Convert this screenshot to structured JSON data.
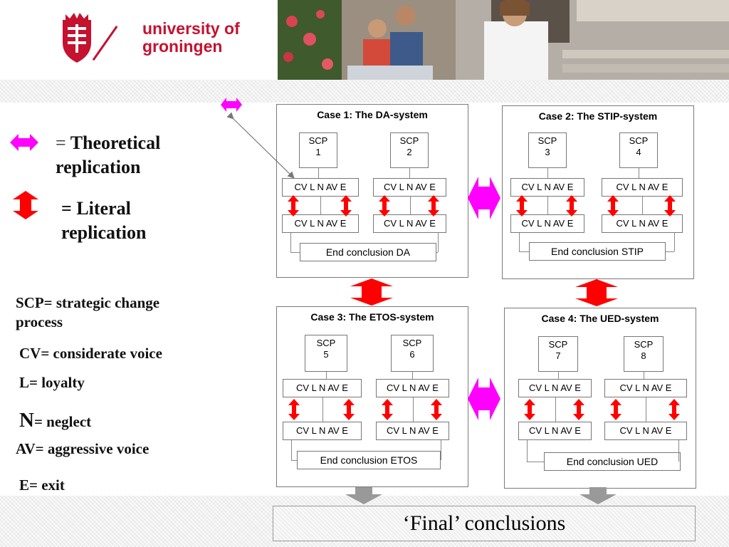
{
  "header": {
    "brand_line1": "university of",
    "brand_line2": "groningen",
    "brand_color": "#c4122f"
  },
  "legend": {
    "theoretical": {
      "symbol": "=",
      "text_line1": "Theoretical",
      "text_line2": "replication",
      "icon": "double-arrow-horizontal-icon",
      "color": "#ff00ff"
    },
    "literal": {
      "text_line1": "= Literal",
      "text_line2": "replication",
      "icon": "double-arrow-vertical-icon",
      "color": "#ff0000"
    }
  },
  "abbreviations": {
    "scp_line1": "SCP= strategic change",
    "scp_line2": "process",
    "cv": "CV= considerate voice",
    "l": "L= loyalty",
    "n_letter": "N",
    "n_rest": "= neglect",
    "av": "AV= aggressive voice",
    "e": "E= exit"
  },
  "cases": [
    {
      "title": "Case 1: The DA-system",
      "scp_a": [
        "SCP",
        "1"
      ],
      "scp_b": [
        "SCP",
        "2"
      ],
      "row": "CV L N AV E",
      "conclusion": "End conclusion DA"
    },
    {
      "title": "Case 2: The STIP-system",
      "scp_a": [
        "SCP",
        "3"
      ],
      "scp_b": [
        "SCP",
        "4"
      ],
      "row": "CV L N AV E",
      "conclusion": "End conclusion STIP"
    },
    {
      "title": "Case 3: The ETOS-system",
      "scp_a": [
        "SCP",
        "5"
      ],
      "scp_b": [
        "SCP",
        "6"
      ],
      "row": "CV L N AV E",
      "conclusion": "End conclusion ETOS"
    },
    {
      "title": "Case 4: The UED-system",
      "scp_a": [
        "SCP",
        "7"
      ],
      "scp_b": [
        "SCP",
        "8"
      ],
      "row": "CV L N AV E",
      "conclusion": "End conclusion UED"
    }
  ],
  "final": {
    "text": "‘Final’ conclusions"
  },
  "colors": {
    "theoretical": "#ff00ff",
    "literal": "#ff0000",
    "gray_arrow": "#999999"
  }
}
